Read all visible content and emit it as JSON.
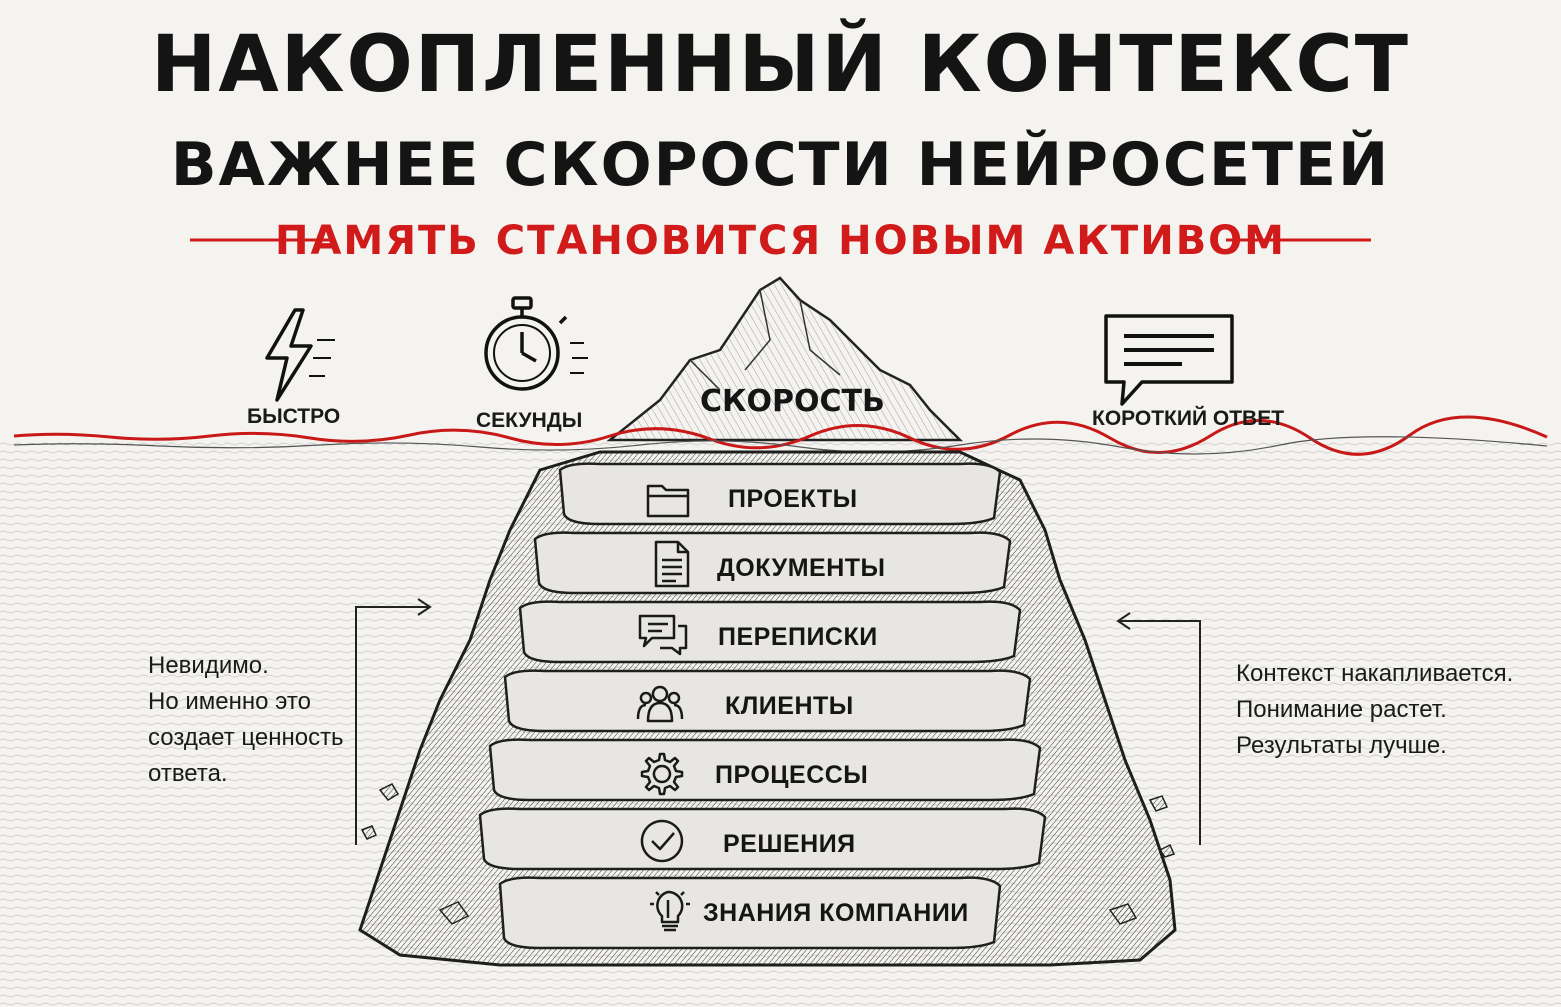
{
  "title": {
    "line1": "НАКОПЛЕННЫЙ КОНТЕКСТ",
    "line2": "ВАЖНЕЕ СКОРОСТИ НЕЙРОСЕТЕЙ",
    "subtitle": "ПАМЯТЬ СТАНОВИТСЯ НОВЫМ АКТИВОМ"
  },
  "surface": {
    "peak_label": "СКОРОСТЬ",
    "items": [
      {
        "label": "БЫСТРО",
        "icon": "lightning-icon"
      },
      {
        "label": "СЕКУНДЫ",
        "icon": "stopwatch-icon"
      },
      {
        "label": "КОРОТКИЙ ОТВЕТ",
        "icon": "chat-bubble-icon"
      }
    ]
  },
  "layers": [
    {
      "label": "ПРОЕКТЫ",
      "icon": "folder-icon"
    },
    {
      "label": "ДОКУМЕНТЫ",
      "icon": "document-icon"
    },
    {
      "label": "ПЕРЕПИСКИ",
      "icon": "chat-icon"
    },
    {
      "label": "КЛИЕНТЫ",
      "icon": "people-icon"
    },
    {
      "label": "ПРОЦЕССЫ",
      "icon": "gear-icon"
    },
    {
      "label": "РЕШЕНИЯ",
      "icon": "check-circle-icon"
    },
    {
      "label": "ЗНАНИЯ КОМПАНИИ",
      "icon": "lightbulb-icon"
    }
  ],
  "notes": {
    "left": [
      "Невидимо.",
      "Но именно это",
      "создает ценность",
      "ответа."
    ],
    "right": [
      "Контекст накапливается.",
      "Понимание растет.",
      "Результаты лучше."
    ]
  },
  "colors": {
    "accent": "#d11a1a",
    "ink": "#141414",
    "paper": "#f4f3f0",
    "water_line": "#c91818"
  }
}
